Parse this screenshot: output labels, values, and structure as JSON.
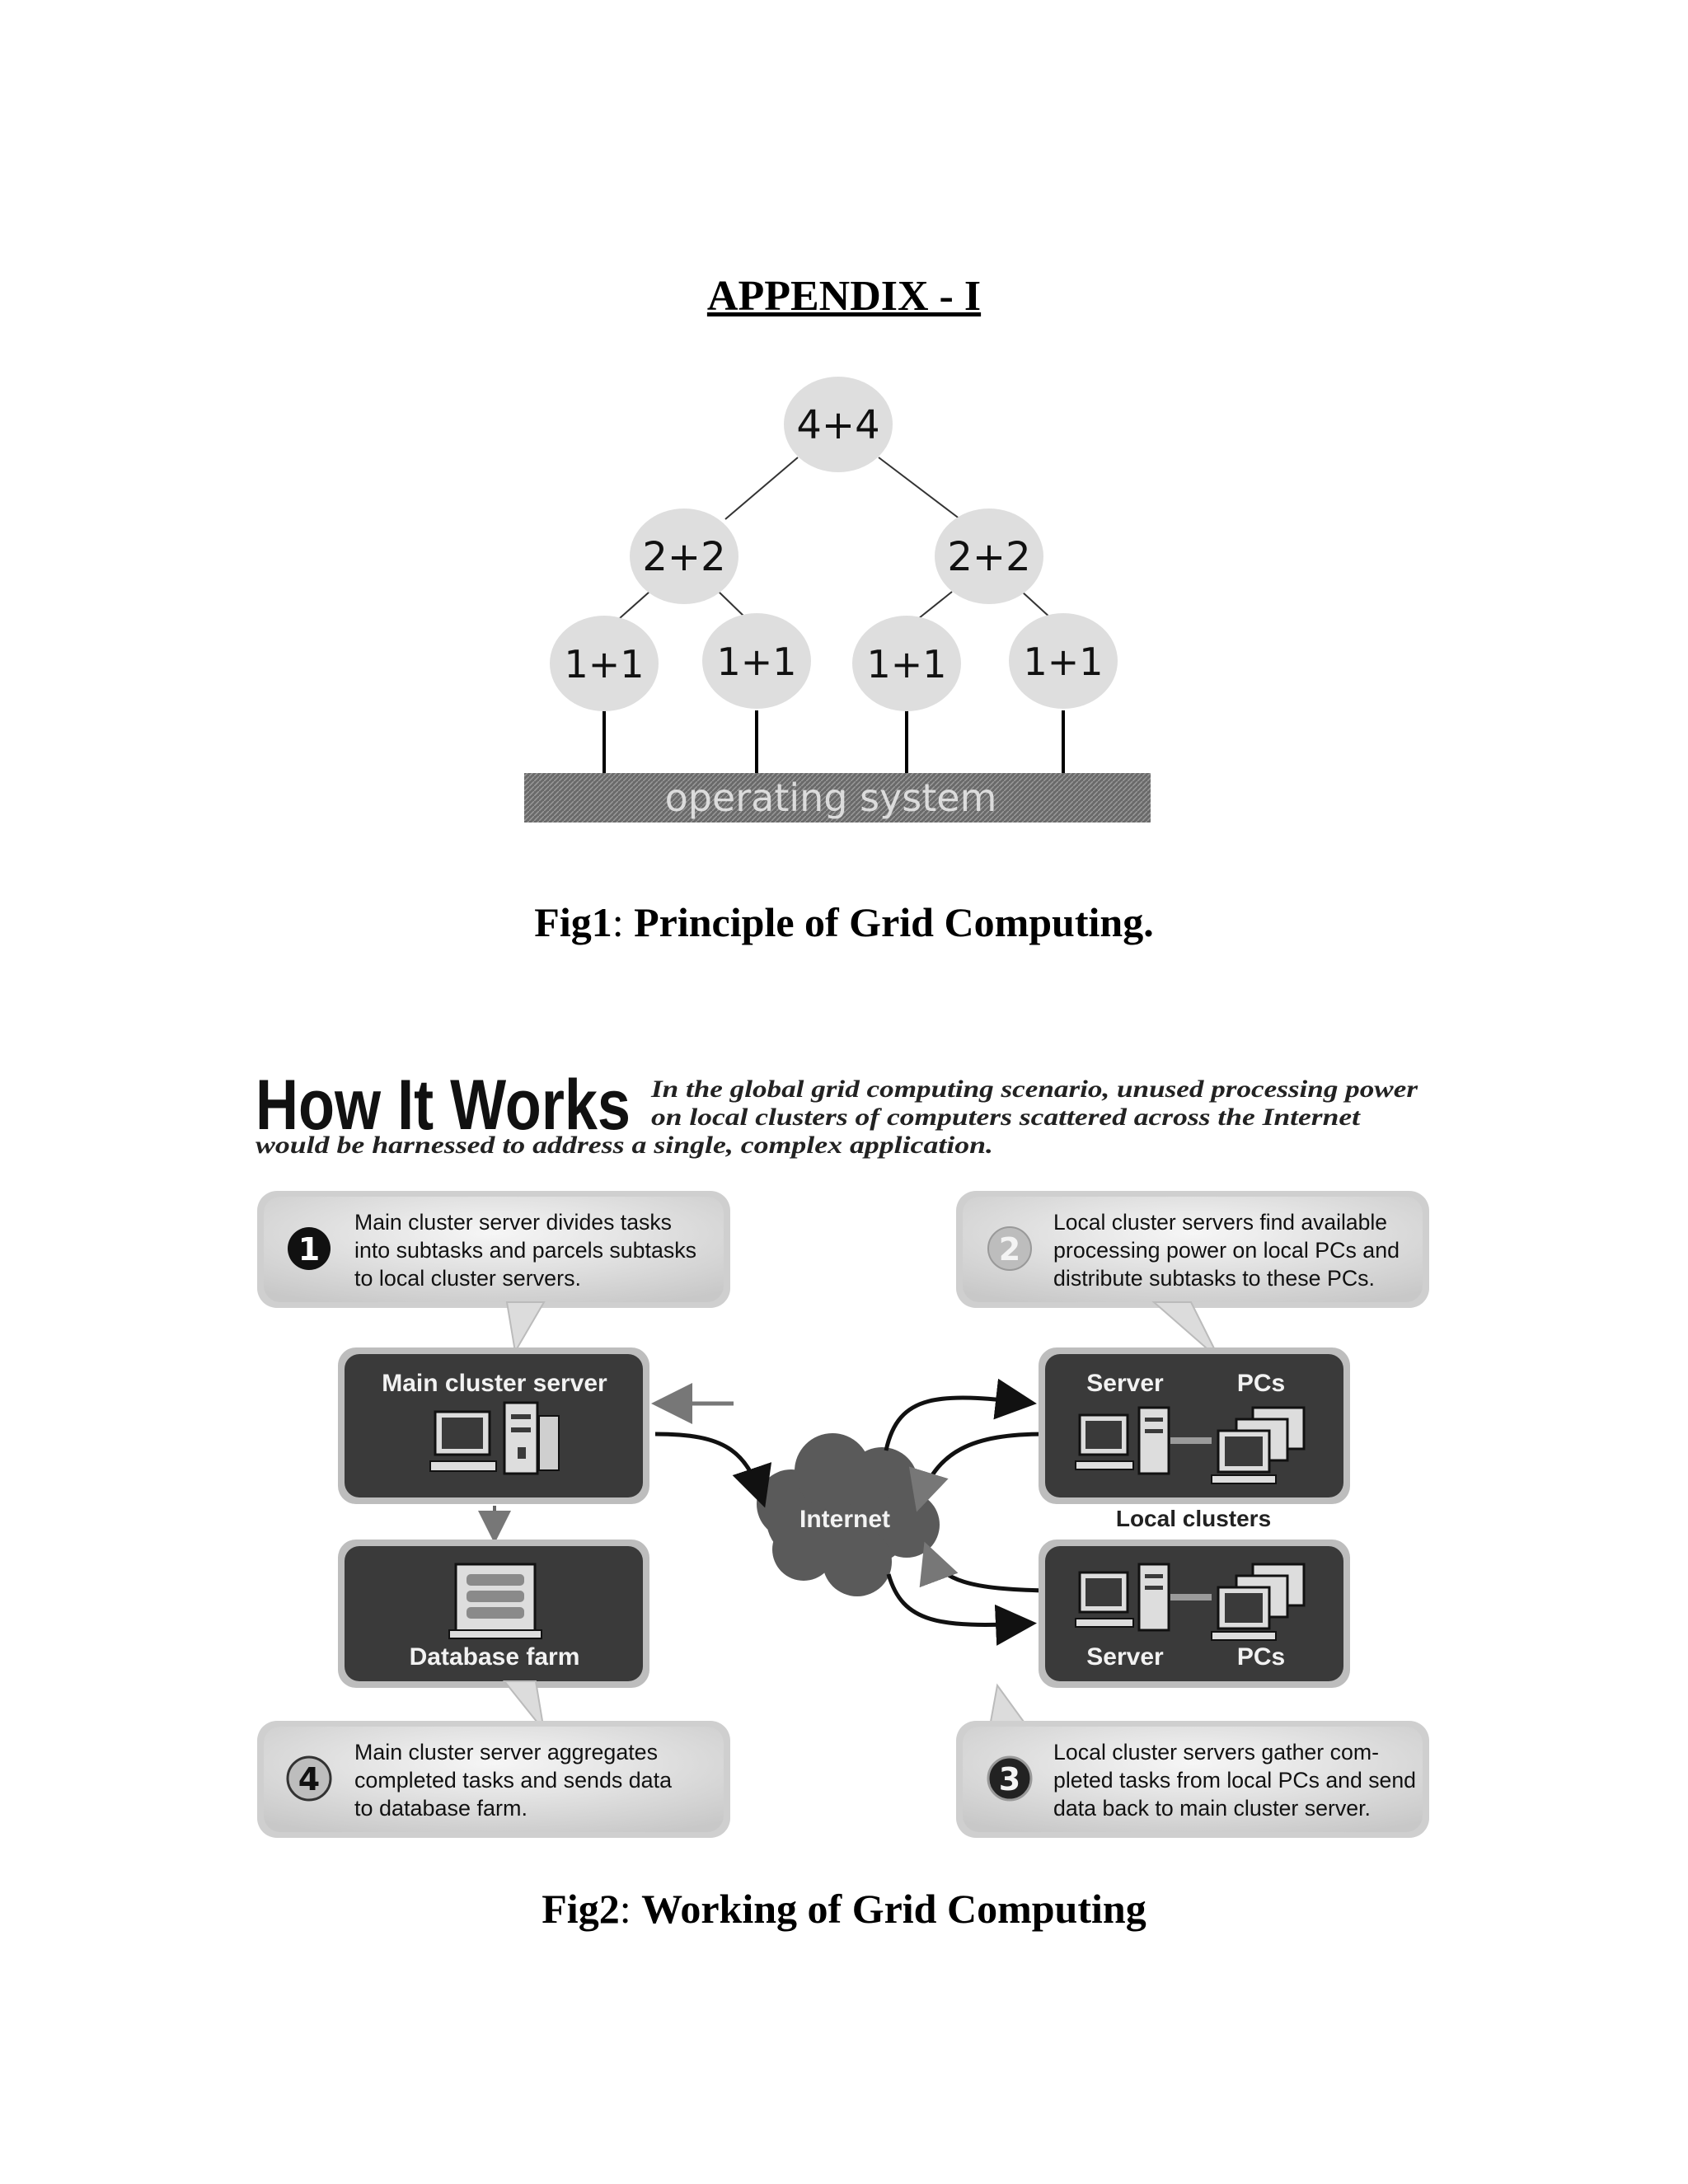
{
  "page_title": "APPENDIX - I",
  "fig1": {
    "nodes": {
      "root": "4+4",
      "mid_left": "2+2",
      "mid_right": "2+2",
      "leaf_1": "1+1",
      "leaf_2": "1+1",
      "leaf_3": "1+1",
      "leaf_4": "1+1"
    },
    "os_label": "operating system",
    "caption_label": "Fig1",
    "caption_text": "Principle of Grid Computing."
  },
  "fig2": {
    "heading": "How It Works",
    "intro_line1": "In the global grid computing scenario, unused processing power",
    "intro_line2": "on local clusters of computers scattered across the Internet",
    "intro_line3": "would be harnessed to address a single, complex application.",
    "step1": {
      "num": "1",
      "lines": [
        "Main cluster server divides tasks",
        "into subtasks and parcels subtasks",
        "to local cluster servers."
      ]
    },
    "step2": {
      "num": "2",
      "lines": [
        "Local cluster servers find available",
        "processing power on local PCs and",
        "distribute subtasks to these PCs."
      ]
    },
    "step3": {
      "num": "3",
      "lines": [
        "Local cluster servers gather com-",
        "pleted tasks from local PCs and send",
        "data back to main cluster server."
      ]
    },
    "step4": {
      "num": "4",
      "lines": [
        "Main cluster server aggregates",
        "completed tasks and sends data",
        "to database farm."
      ]
    },
    "main_server_label": "Main cluster server",
    "database_label": "Database farm",
    "internet_label": "Internet",
    "local_clusters_label": "Local clusters",
    "server_label_top": "Server",
    "pcs_label_top": "PCs",
    "server_label_bottom": "Server",
    "pcs_label_bottom": "PCs",
    "caption_label": "Fig2",
    "caption_text": "Working of Grid Computing"
  }
}
